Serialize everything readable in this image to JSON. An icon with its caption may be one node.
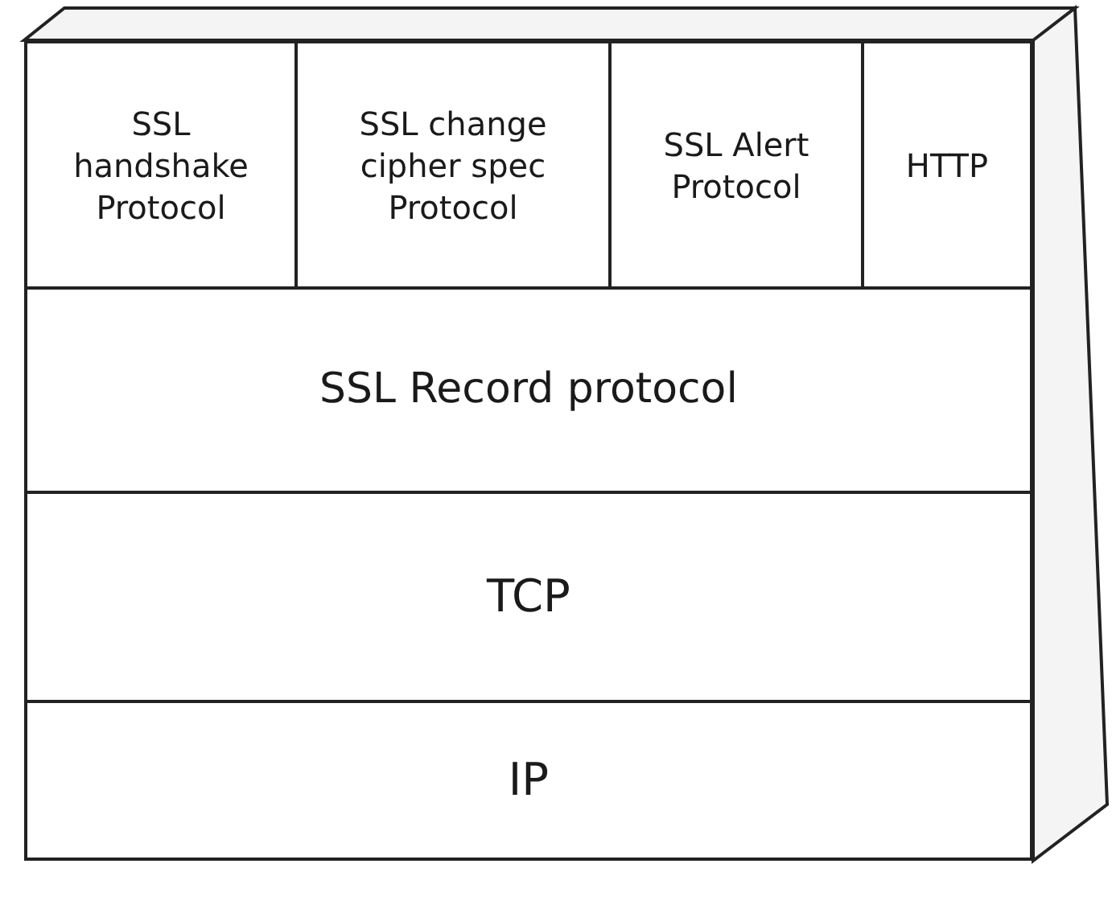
{
  "diagram": {
    "nodes": [
      {
        "text": [
          "SSL handshake Protocol"
        ]
      },
      {
        "text": [
          "SSL change cipher spec Protocol"
        ]
      },
      {
        "text": [
          "SSL Alert Protocol"
        ]
      },
      {
        "text": [
          "HTTP"
        ]
      },
      {
        "text": [
          "SSL Record protocol"
        ]
      },
      {
        "text": [
          "TCP"
        ]
      },
      {
        "text": [
          "IP"
        ]
      }
    ]
  }
}
